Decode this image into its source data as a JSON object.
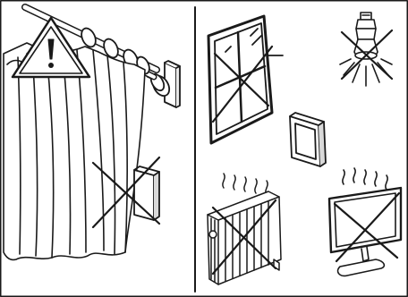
{
  "figure": {
    "background": "#ffffff",
    "ink": "#1a1a1a",
    "left_panel": {
      "scene": "curtain-on-rod",
      "warning_icon": "warning-triangle-icon",
      "crossed_item": "wall-thermostat-behind-curtain"
    },
    "right_panel": {
      "crossed_items": [
        "window",
        "spotlight",
        "radiator",
        "monitor"
      ],
      "allowed_item": "thermostat-on-wall"
    }
  }
}
